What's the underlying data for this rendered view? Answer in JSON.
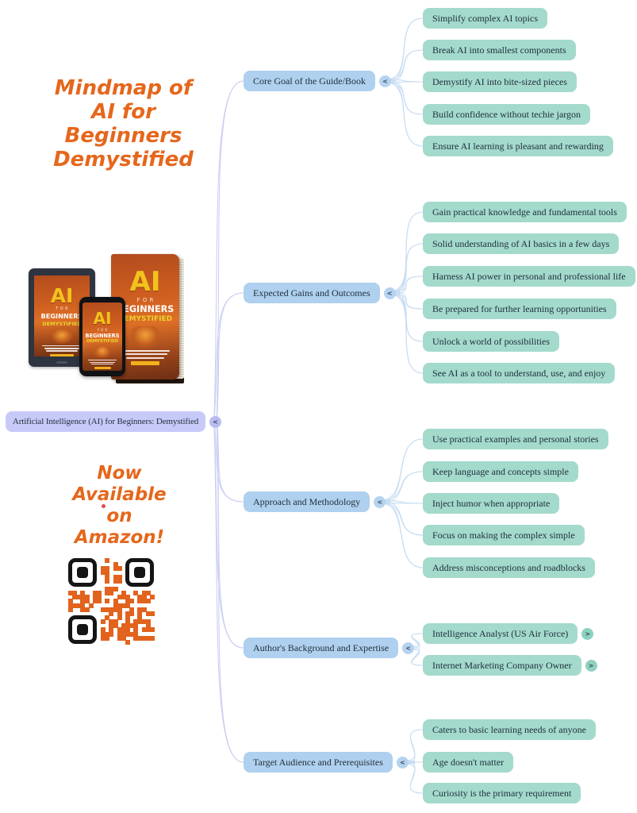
{
  "poster": {
    "title_lines": [
      "Mindmap of",
      "AI for",
      "Beginners",
      "Demystified"
    ],
    "promo_lines": [
      "Now",
      "Available",
      "on",
      "Amazon!"
    ]
  },
  "cover": {
    "ai": "AI",
    "for_label": "FOR",
    "line1": "BEGINNERS",
    "line2": "DEMYSTIFIED"
  },
  "root": {
    "label": "Artificial Intelligence (AI) for Beginners: Demystified",
    "collapse_icon": "<"
  },
  "branches": [
    {
      "label": "Core Goal of the Guide/Book",
      "collapse_icon": "<",
      "children": [
        {
          "label": "Simplify complex AI topics"
        },
        {
          "label": "Break AI into smallest components"
        },
        {
          "label": "Demystify AI into bite-sized pieces"
        },
        {
          "label": "Build confidence without techie jargon"
        },
        {
          "label": "Ensure AI learning is pleasant and rewarding"
        }
      ]
    },
    {
      "label": "Expected Gains and Outcomes",
      "collapse_icon": "<",
      "children": [
        {
          "label": "Gain practical knowledge and fundamental tools"
        },
        {
          "label": "Solid understanding of AI basics in a few days"
        },
        {
          "label": "Harness AI power in personal and professional life"
        },
        {
          "label": "Be prepared for further learning opportunities"
        },
        {
          "label": "Unlock a world of possibilities"
        },
        {
          "label": "See AI as a tool to understand, use, and enjoy"
        }
      ]
    },
    {
      "label": "Approach and Methodology",
      "collapse_icon": "<",
      "children": [
        {
          "label": "Use practical examples and personal stories"
        },
        {
          "label": "Keep language and concepts simple"
        },
        {
          "label": "Inject humor when appropriate"
        },
        {
          "label": "Focus on making the complex simple"
        },
        {
          "label": "Address misconceptions and roadblocks"
        }
      ]
    },
    {
      "label": "Author's Background and Expertise",
      "collapse_icon": "<",
      "children": [
        {
          "label": "Intelligence Analyst (US Air Force)",
          "expand_icon": ">"
        },
        {
          "label": "Internet Marketing Company Owner",
          "expand_icon": ">"
        }
      ]
    },
    {
      "label": "Target Audience and Prerequisites",
      "collapse_icon": "<",
      "children": [
        {
          "label": "Caters to basic learning needs of anyone"
        },
        {
          "label": "Age doesn't matter"
        },
        {
          "label": "Curiosity is the primary requirement"
        }
      ]
    }
  ],
  "colors": {
    "branch_fill": "#afd0ee",
    "leaf_fill": "#a3dacc",
    "root_fill": "#c7caf8",
    "connector_blue": "#c8ddf2",
    "connector_purple": "#ccd0f2",
    "accent_orange": "#e5671c",
    "qr_orange": "#e2631d",
    "cover_yellow": "#f2c31c"
  }
}
